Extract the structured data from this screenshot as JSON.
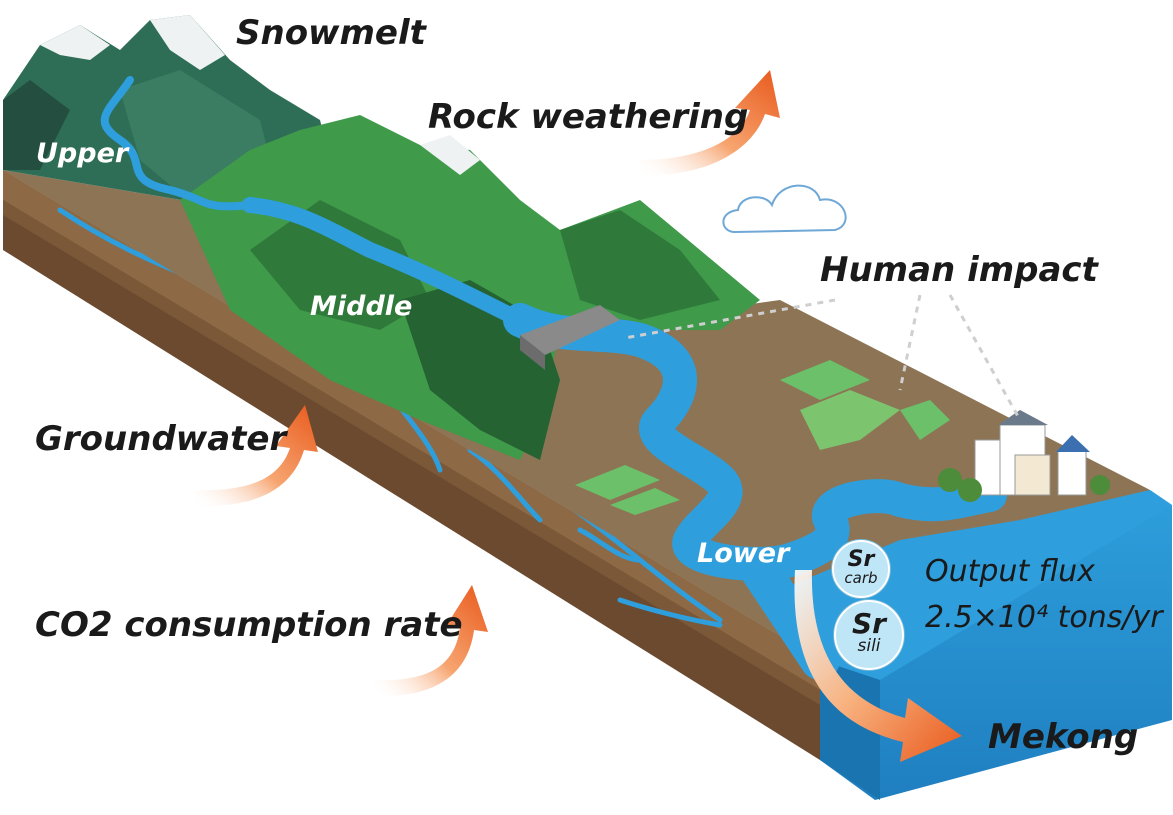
{
  "labels": {
    "snowmelt": "Snowmelt",
    "rock_weathering": "Rock weathering",
    "upper": "Upper",
    "middle": "Middle",
    "lower": "Lower",
    "human_impact": "Human impact",
    "groundwater": "Groundwater",
    "co2_rate": "CO2 consumption rate",
    "output_flux": "Output flux",
    "output_flux_value": "2.5×10⁴  tons/yr",
    "mekong": "Mekong"
  },
  "sr_carb": {
    "main": "Sr",
    "sub": "carb"
  },
  "sr_sili": {
    "main": "Sr",
    "sub": "sili"
  },
  "colors": {
    "water": "#2e9fdc",
    "water_dark": "#1f82c0",
    "soil": "#8c7455",
    "soil_side": "#6b4a2f",
    "mountain_dark": "#2f6e56",
    "mountain_green": "#3f9a4a",
    "arrow": "#e8591c"
  }
}
